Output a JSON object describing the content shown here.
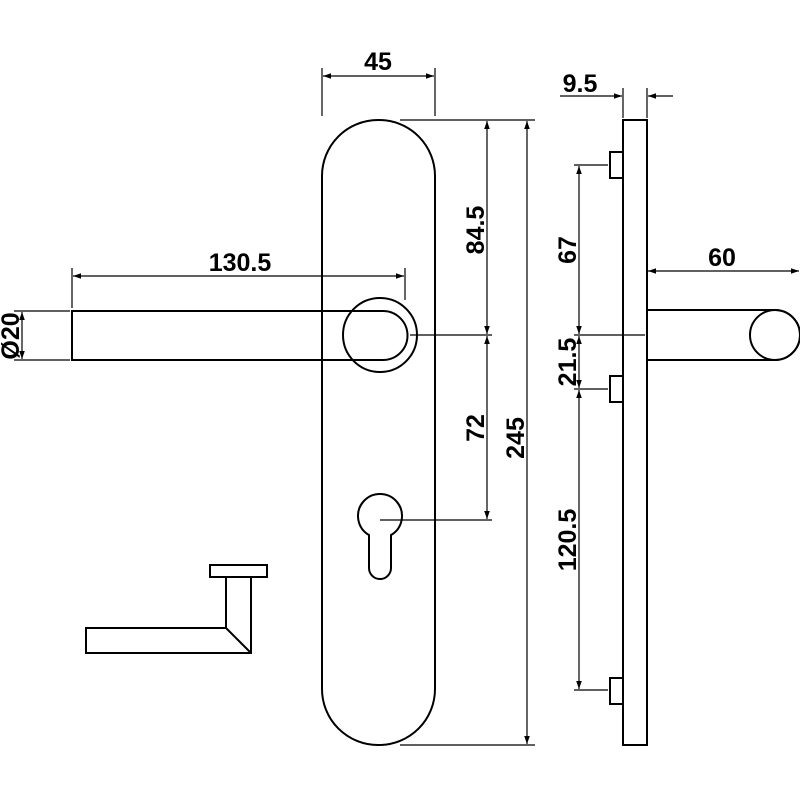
{
  "drawing": {
    "title": "Lever handle on long backplate - dimensions",
    "colors": {
      "line": "#000000",
      "background": "#ffffff"
    },
    "front_view": {
      "plate_width": "45",
      "lever_length": "130.5",
      "lever_diameter": "Ø20",
      "lever_to_top": "84.5",
      "lever_to_cylinder": "72",
      "plate_height": "245"
    },
    "side_view": {
      "plate_thickness": "9.5",
      "lever_projection": "60",
      "upper_fixing": "67",
      "lever_to_middle_fixing": "21.5",
      "middle_to_lower_fixing": "120.5"
    }
  }
}
